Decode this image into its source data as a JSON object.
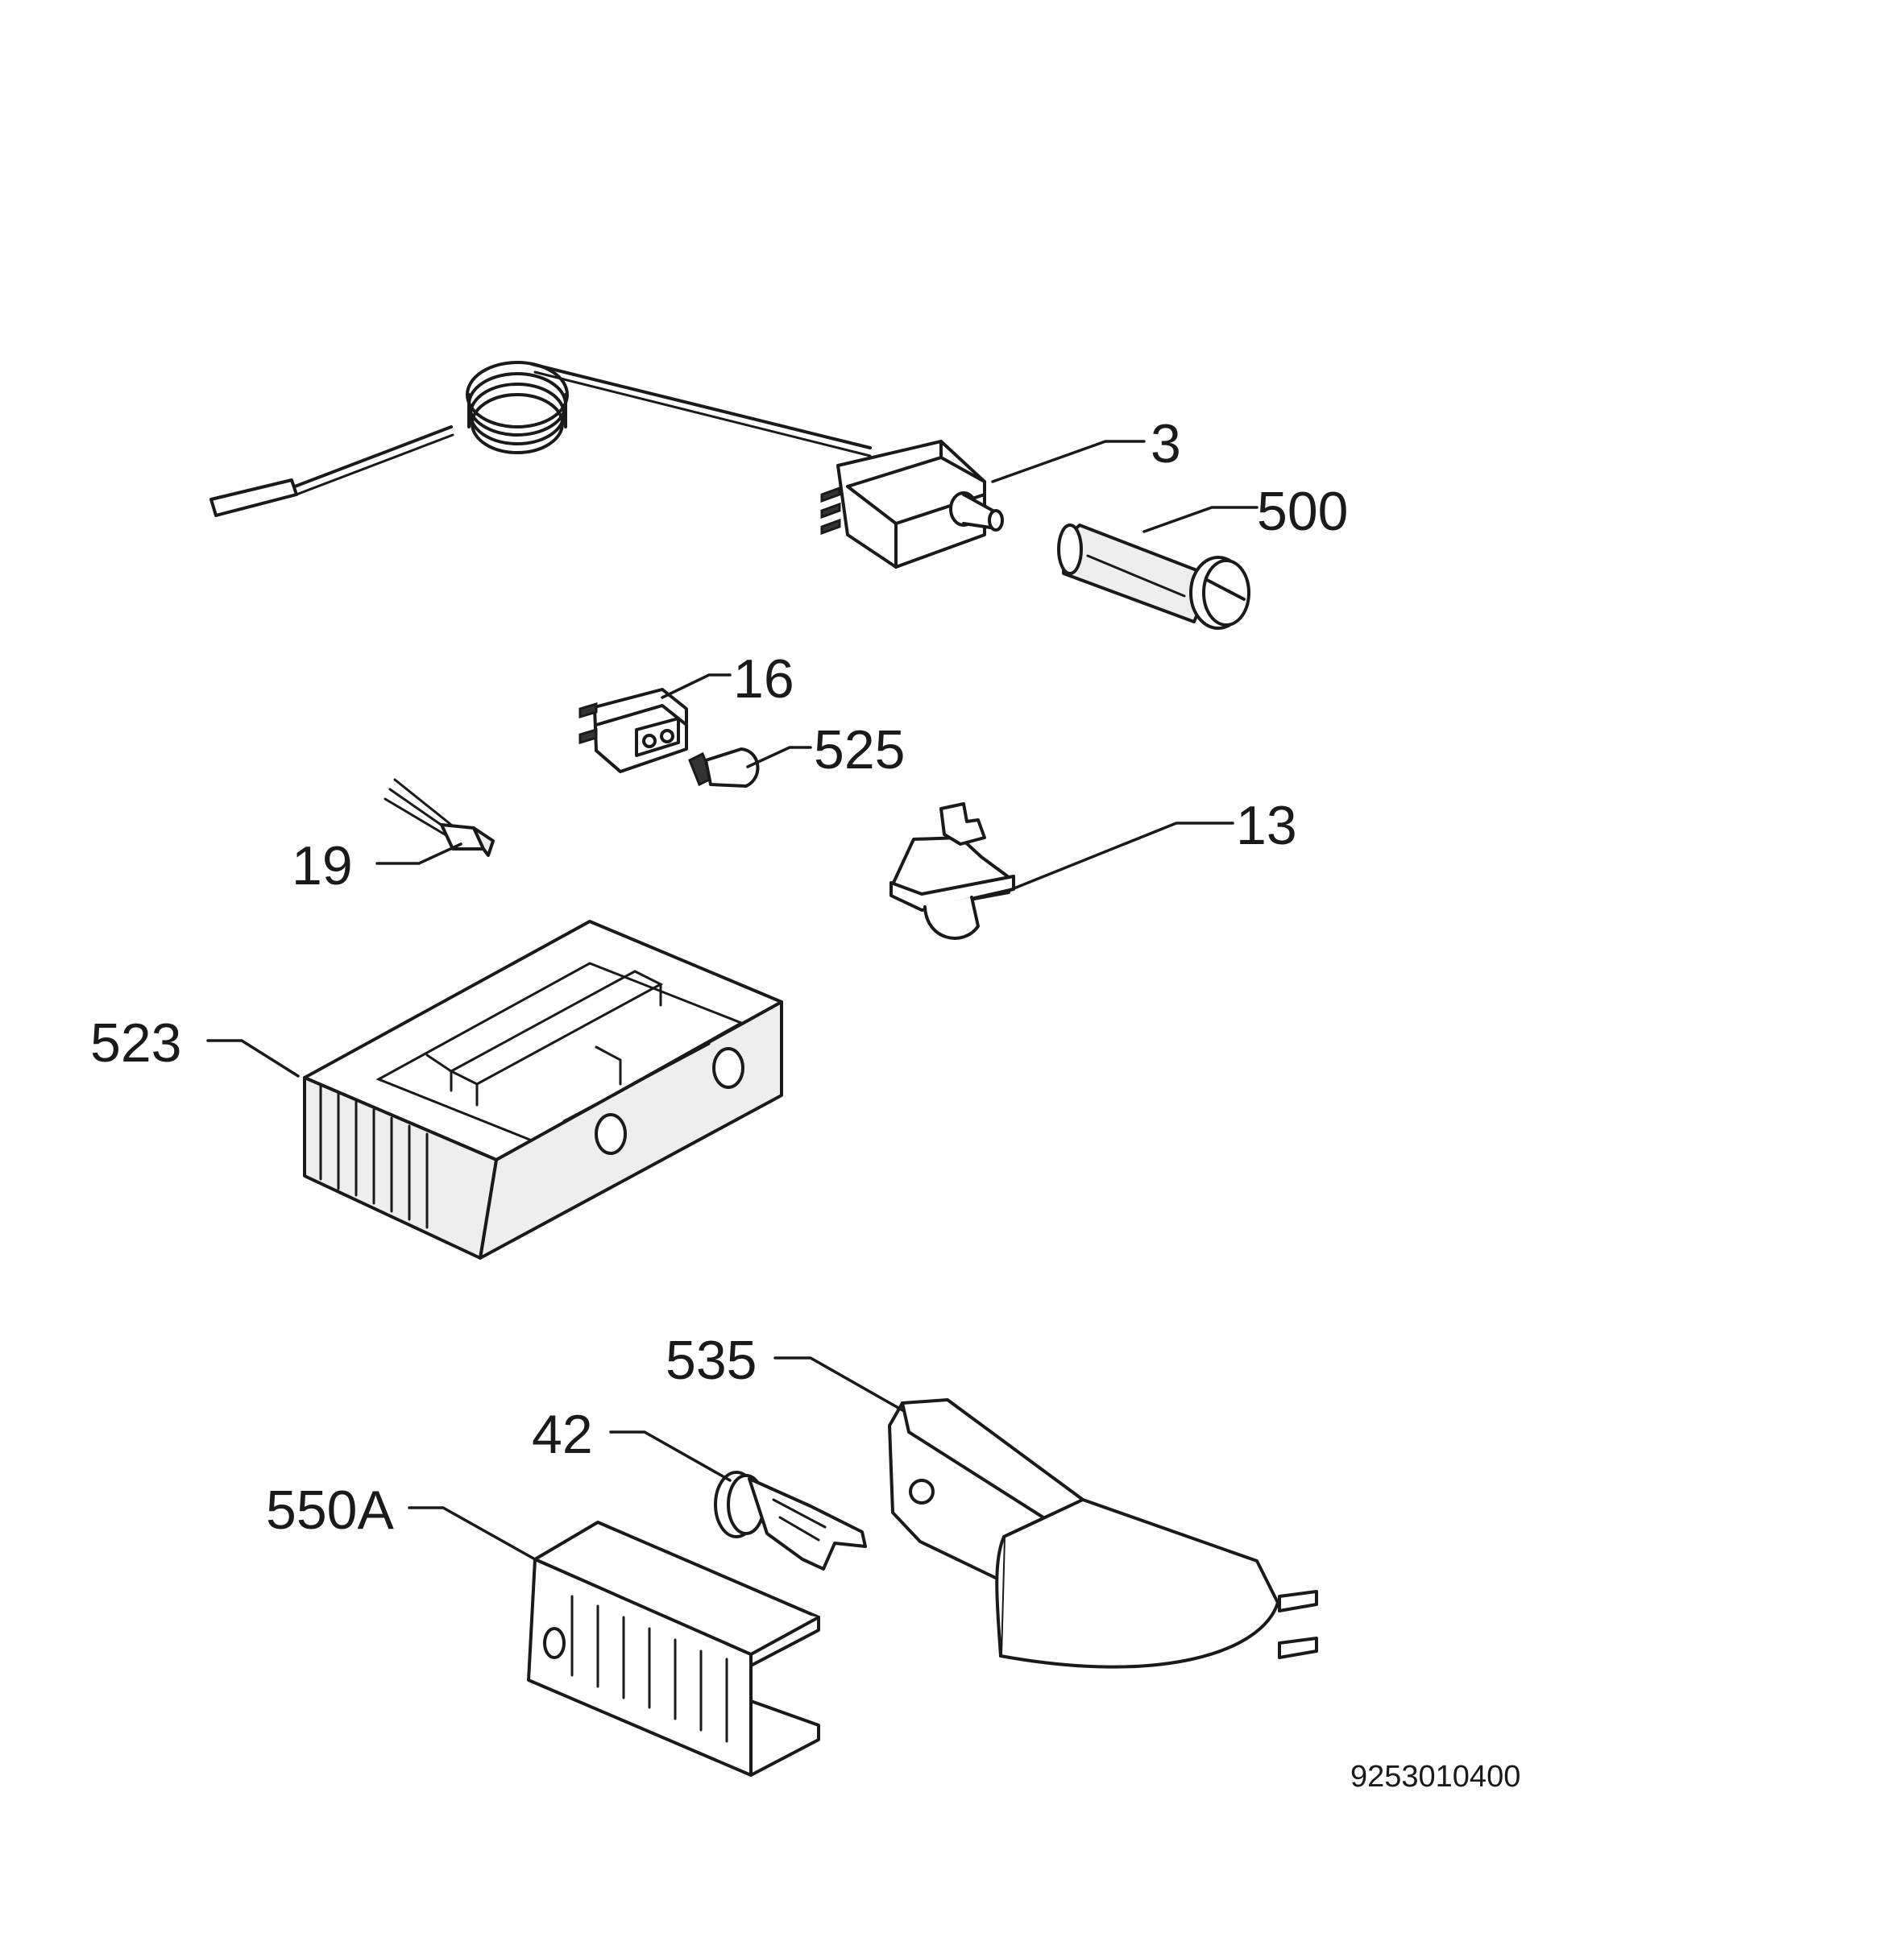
{
  "drawing_number": "9253010400",
  "parts": [
    {
      "id": "thermostat",
      "label": "3"
    },
    {
      "id": "knob",
      "label": "500"
    },
    {
      "id": "switch",
      "label": "16"
    },
    {
      "id": "lamp",
      "label": "525"
    },
    {
      "id": "door-switch",
      "label": "13"
    },
    {
      "id": "sensor",
      "label": "19"
    },
    {
      "id": "housing",
      "label": "523"
    },
    {
      "id": "cover",
      "label": "535"
    },
    {
      "id": "lamp-holder",
      "label": "42"
    },
    {
      "id": "lamp-cover",
      "label": "550A"
    }
  ]
}
